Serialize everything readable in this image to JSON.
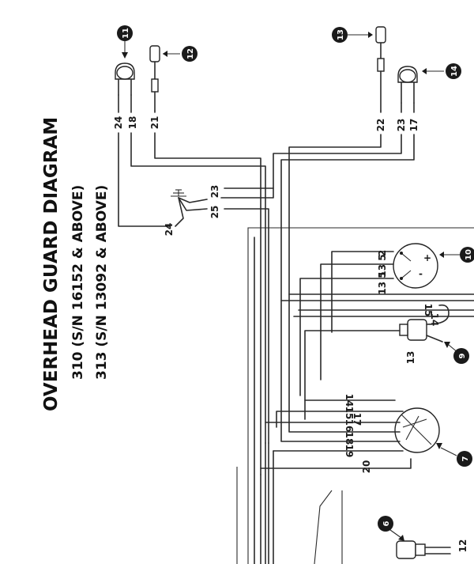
{
  "title": {
    "line1": "OVERHEAD GUARD DIAGRAM",
    "line2": "310 (S/N 16152 & ABOVE)",
    "line3": "313 (S/N 13092 & ABOVE)"
  },
  "callouts": [
    "11",
    "12",
    "13",
    "14",
    "10",
    "9",
    "7",
    "6"
  ],
  "wires": {
    "top_left": [
      "24",
      "18",
      "21"
    ],
    "top_right": [
      "22",
      "23",
      "17"
    ],
    "ground": [
      "23",
      "25",
      "24"
    ],
    "c10": [
      "2",
      "13 5",
      "13 5"
    ],
    "c9": [
      "15",
      "14",
      "13"
    ],
    "c7": [
      "14",
      "15",
      "16",
      "17",
      "18",
      "19",
      "20"
    ],
    "c6": [
      "12"
    ]
  }
}
